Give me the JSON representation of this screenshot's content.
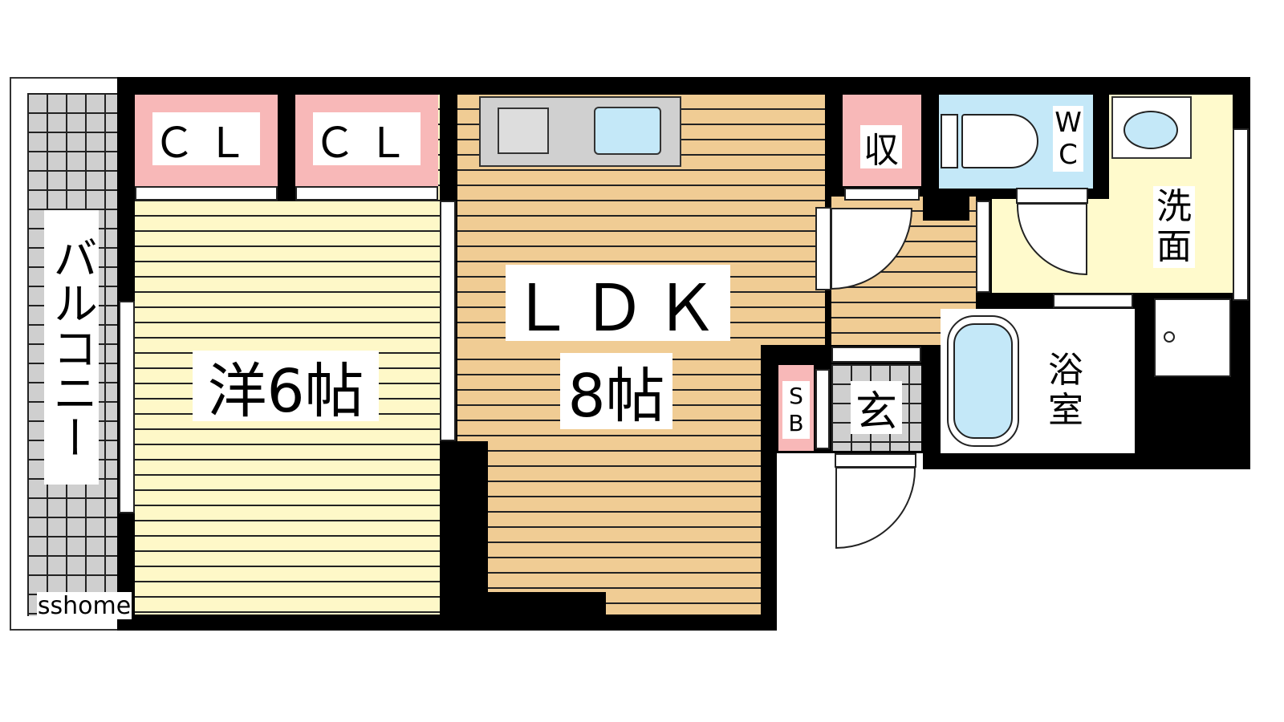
{
  "rooms": {
    "balcony": "バルコニー",
    "western": "洋6帖",
    "ldk": "ＬＤＫ",
    "ldk_size": "8帖",
    "closet": "ＣＬ",
    "storage": "収",
    "wc_w": "W",
    "wc_c": "C",
    "washroom_1": "洗",
    "washroom_2": "面",
    "bath_1": "浴",
    "bath_2": "室",
    "entrance": "玄",
    "shoebox_s": "S",
    "shoebox_b": "B"
  },
  "watermark": "sshome",
  "colors": {
    "western": "#fef8c8",
    "ldk": "#f0cc94",
    "closet": "#f8b8b8",
    "wet": "#c4e8f8",
    "washroom": "#fffacc"
  }
}
